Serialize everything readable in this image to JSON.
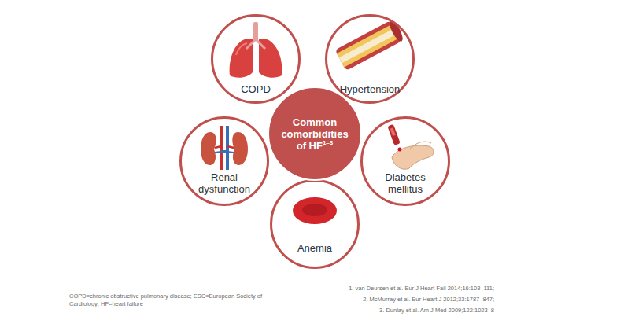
{
  "diagram": {
    "nodes": [
      {
        "text": [
          "COPD"
        ]
      },
      {
        "text": [
          "Hypertension"
        ]
      },
      {
        "text": [
          "Common comorbidities of HF",
          "1–3"
        ]
      },
      {
        "text": [
          "Renal dysfunction"
        ]
      },
      {
        "text": [
          "Diabetes mellitus"
        ]
      },
      {
        "text": [
          "Anemia"
        ]
      }
    ],
    "labels": [
      "COPD=chronic obstructive pulmonary disease; ESC=European Society of Cardiology; HF=heart failure",
      "1. van Deursen et al. Eur J Heart Fail 2014;16:103–111;",
      "2. McMurray et al. Eur Heart J 2012;33:1787–847;",
      "3. Dunlay et al. Am J Med 2009;122:1023–8"
    ]
  }
}
